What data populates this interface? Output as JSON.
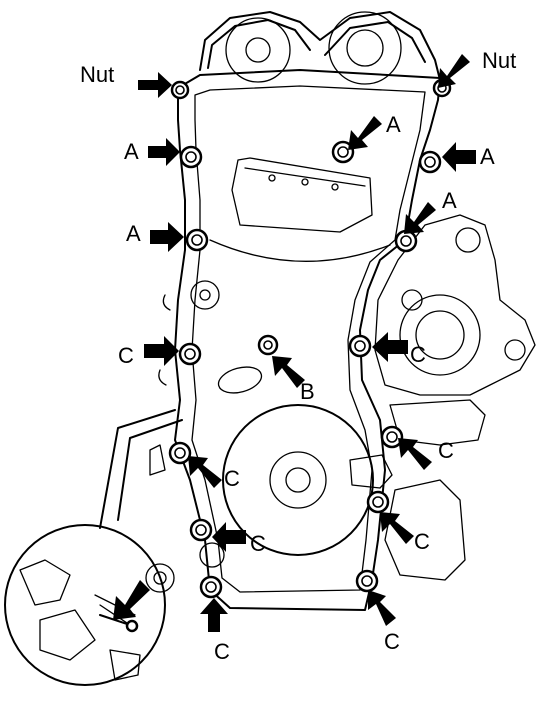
{
  "labels": {
    "nut": "Nut",
    "a": "A",
    "b": "B",
    "c": "C"
  },
  "fasteners": [
    {
      "name": "nut-left",
      "label_key": "nut"
    },
    {
      "name": "nut-right",
      "label_key": "nut"
    },
    {
      "name": "bolt-a-1",
      "label_key": "a"
    },
    {
      "name": "bolt-a-2",
      "label_key": "a"
    },
    {
      "name": "bolt-a-3",
      "label_key": "a"
    },
    {
      "name": "bolt-a-4",
      "label_key": "a"
    },
    {
      "name": "bolt-a-5",
      "label_key": "a"
    },
    {
      "name": "bolt-b",
      "label_key": "b"
    },
    {
      "name": "bolt-c-1",
      "label_key": "c"
    },
    {
      "name": "bolt-c-2",
      "label_key": "c"
    },
    {
      "name": "bolt-c-3",
      "label_key": "c"
    },
    {
      "name": "bolt-c-4",
      "label_key": "c"
    },
    {
      "name": "bolt-c-5",
      "label_key": "c"
    },
    {
      "name": "bolt-c-6",
      "label_key": "c"
    },
    {
      "name": "bolt-c-7",
      "label_key": "c"
    },
    {
      "name": "bolt-c-8",
      "label_key": "c"
    }
  ]
}
